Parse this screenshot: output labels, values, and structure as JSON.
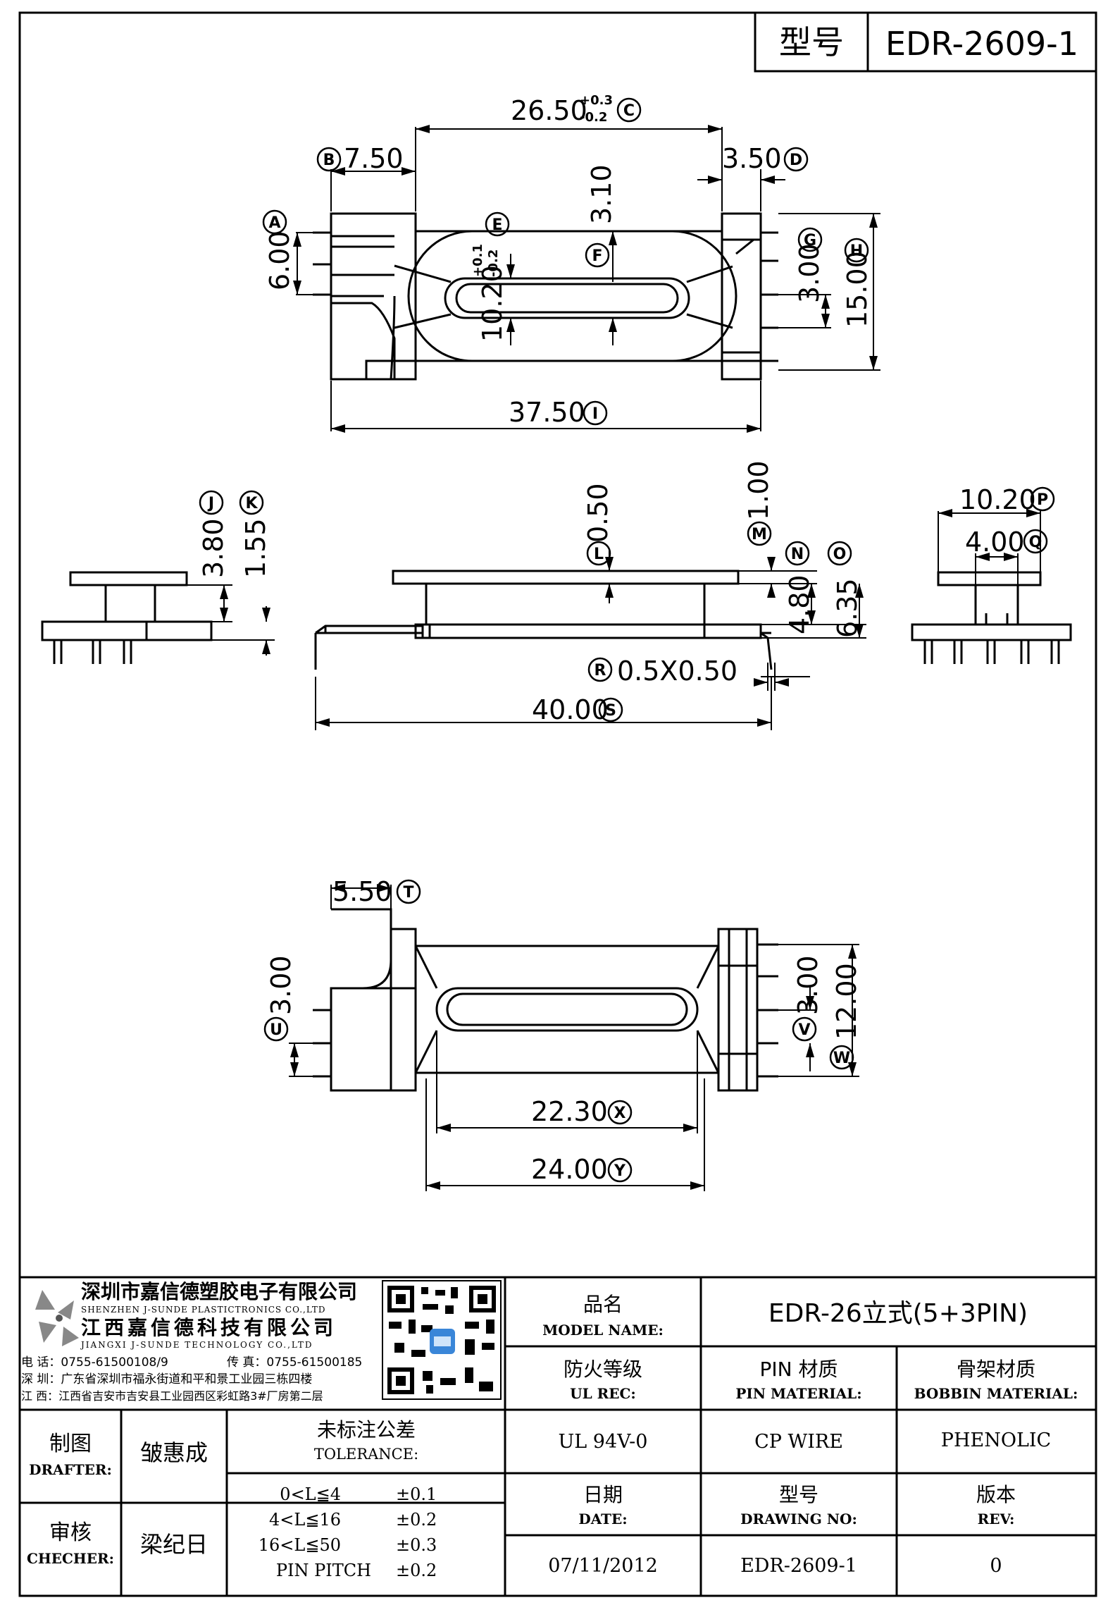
{
  "header": {
    "label": "型号",
    "model": "EDR-2609-1"
  },
  "dims": {
    "top": {
      "width_main": "26.50",
      "width_tol_plus": "+0.3",
      "width_tol_minus": "-0.2",
      "width_tag": "C",
      "left_flange": "7.50",
      "left_flange_tag": "B",
      "right_flange": "3.50",
      "right_flange_tag": "D",
      "slot": "3.10",
      "pitch_left": "6.00",
      "pitch_left_tag": "A",
      "core": "10.20",
      "core_tol_plus": "+0.1",
      "core_tol_minus": "-0.2",
      "core_tag1": "E",
      "core_tag2": "F",
      "pitch_right": "3.00",
      "pitch_right_tag": "G",
      "height": "15.00",
      "height_tag": "H",
      "length": "37.50",
      "length_tag": "I"
    },
    "side": {
      "h1": "3.80",
      "h1_tag": "J",
      "h2": "1.55",
      "h2_tag": "K",
      "flange_t": "0.50",
      "flange_t_tag": "L",
      "step": "1.00",
      "step_tag": "M",
      "h3": "4.80",
      "h3_tag": "N",
      "h4": "6.35",
      "h4_tag": "O",
      "pin_size": "0.5X0.50",
      "pin_size_tag": "R",
      "overall": "40.00",
      "overall_tag": "S"
    },
    "end": {
      "w1": "10.20",
      "w1_tag": "P",
      "w2": "4.00",
      "w2_tag": "Q"
    },
    "bottom": {
      "notch": "5.50",
      "notch_tag": "T",
      "pitch_l": "3.00",
      "pitch_l_tag": "U",
      "pitch_r": "3.00",
      "pitch_r_tag": "V",
      "span": "12.00",
      "span_tag": "W",
      "inner": "22.30",
      "inner_tag": "X",
      "outer": "24.00",
      "outer_tag": "Y"
    }
  },
  "company": {
    "name_sz": "深圳市嘉信德塑胶电子有限公司",
    "name_sz_en": "SHENZHEN J-SUNDE PLASTICTRONICS CO.,LTD",
    "name_jx": "江西嘉信德科技有限公司",
    "name_jx_en": "JIANGXI J-SUNDE TECHNOLOGY CO.,LTD",
    "phone": "电 话：0755-61500108/9",
    "fax": "传 真：0755-61500185",
    "addr_sz": "深 圳：广东省深圳市福永街道和平和景工业园三栋四楼",
    "addr_jx": "江 西：江西省吉安市吉安县工业园西区彩虹路3#厂房第二层"
  },
  "title_block": {
    "model_name_cn": "品名",
    "model_name_en": "MODEL NAME:",
    "model_name_value": "EDR-26立式(5+3PIN)",
    "ul_cn": "防火等级",
    "ul_en": "UL REC:",
    "ul_value": "UL 94V-0",
    "pin_cn": "PIN 材质",
    "pin_en": "PIN MATERIAL:",
    "pin_value": "CP WIRE",
    "bobbin_cn": "骨架材质",
    "bobbin_en": "BOBBIN MATERIAL:",
    "bobbin_value": "PHENOLIC",
    "drafter_cn": "制图",
    "drafter_en": "DRAFTER:",
    "drafter_value": "皱惠成",
    "checker_cn": "审核",
    "checker_en": "CHECHER:",
    "checker_value": "梁纪日",
    "tol_cn": "未标注公差",
    "tol_en": "TOLERANCE:",
    "tol_rows": [
      {
        "range": "0<L≦4",
        "tol": "±0.1"
      },
      {
        "range": "4<L≦16",
        "tol": "±0.2"
      },
      {
        "range": "16<L≦50",
        "tol": "±0.3"
      },
      {
        "range": "PIN PITCH",
        "tol": "±0.2"
      }
    ],
    "date_cn": "日期",
    "date_en": "DATE:",
    "date_value": "07/11/2012",
    "dwg_cn": "型号",
    "dwg_en": "DRAWING NO:",
    "dwg_value": "EDR-2609-1",
    "rev_cn": "版本",
    "rev_en": "REV:",
    "rev_value": "0"
  }
}
